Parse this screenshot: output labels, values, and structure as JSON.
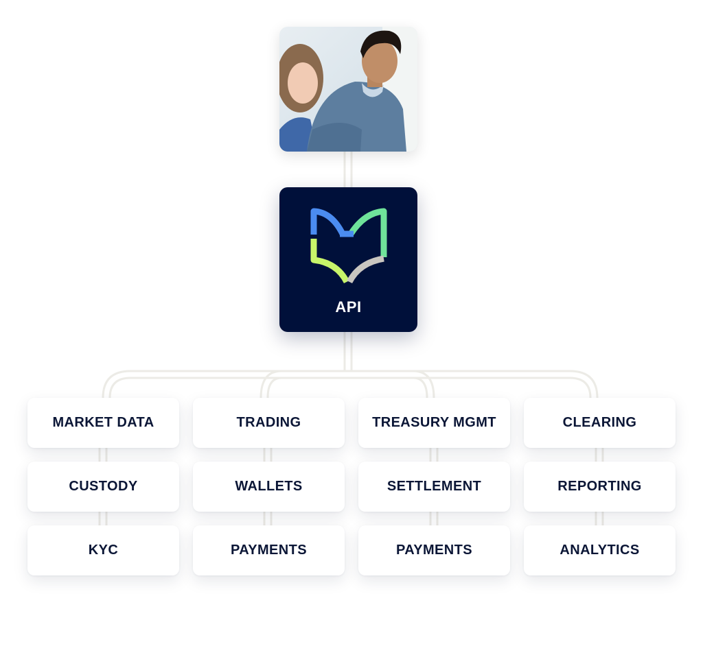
{
  "api_card": {
    "label": "API",
    "background": "#00103a",
    "logo_colors": {
      "blue": "#4b8cf0",
      "green": "#6fe39a",
      "lime": "#c8f56a",
      "gray": "#c9c6c0"
    }
  },
  "photo": {
    "subject": "two people looking at a screen",
    "icon": "photo-icon"
  },
  "connector_color": "#ecebe6",
  "modules": [
    {
      "label": "MARKET DATA"
    },
    {
      "label": "TRADING"
    },
    {
      "label": "TREASURY MGMT"
    },
    {
      "label": "CLEARING"
    },
    {
      "label": "CUSTODY"
    },
    {
      "label": "WALLETS"
    },
    {
      "label": "SETTLEMENT"
    },
    {
      "label": "REPORTING"
    },
    {
      "label": "KYC"
    },
    {
      "label": "PAYMENTS"
    },
    {
      "label": "PAYMENTS"
    },
    {
      "label": "ANALYTICS"
    }
  ]
}
